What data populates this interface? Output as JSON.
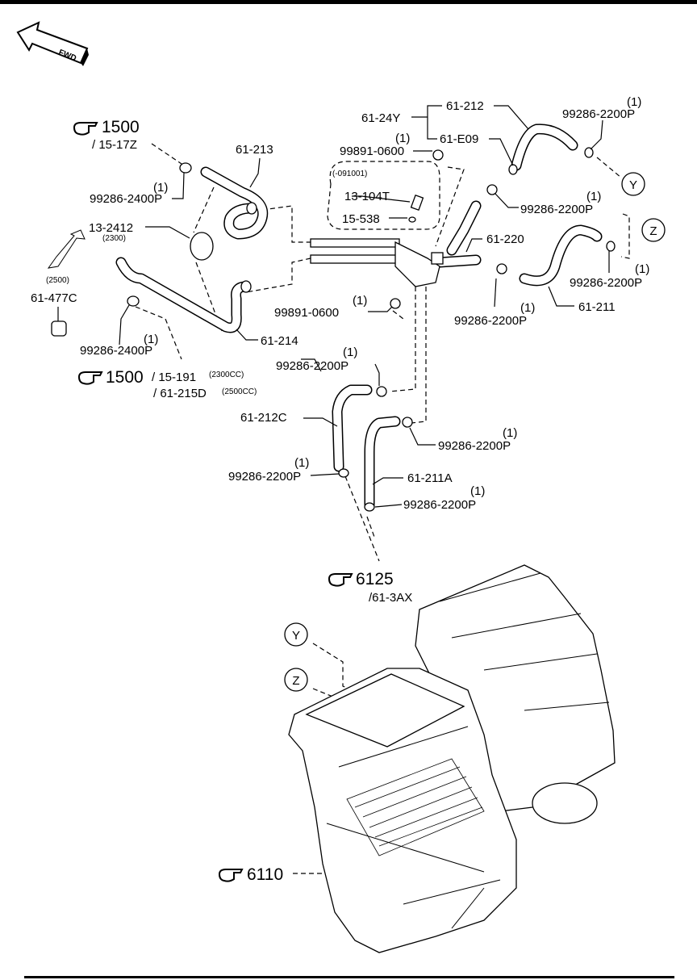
{
  "diagram": {
    "fwd_label": "FWD",
    "refs": {
      "ref_1500_top": {
        "number": "1500",
        "sub": "/ 15-17Z"
      },
      "ref_1500_bottom": {
        "number": "1500",
        "sub1": "/ 15-191",
        "sub1_note": "(2300CC)",
        "sub2": "/ 61-215D",
        "sub2_note": "(2500CC)"
      },
      "ref_6125": {
        "number": "6125",
        "sub": "/61-3AX"
      },
      "ref_6110": {
        "number": "6110"
      }
    },
    "labels": {
      "p61_213": "61-213",
      "p99286_2400P_a": "99286-2400P",
      "p99286_2400P_b": "99286-2400P",
      "p13_2412": "13-2412",
      "note_2300": "(2300)",
      "note_2500": "(2500)",
      "p61_477C": "61-477C",
      "p61_214": "61-214",
      "p61_24Y": "61-24Y",
      "p61_212": "61-212",
      "p61_E09": "61-E09",
      "p99891_0600_a": "99891-0600",
      "p99891_0600_b": "99891-0600",
      "note_091001": "(-091001)",
      "p13_104T": "13-104T",
      "p15_538": "15-538",
      "p61_220": "61-220",
      "p61_211": "61-211",
      "p61_212C": "61-212C",
      "p61_211A": "61-211A",
      "p99286_2200P": "99286-2200P",
      "qty": "(1)"
    },
    "connectors": {
      "y": "Y",
      "z": "Z"
    }
  }
}
